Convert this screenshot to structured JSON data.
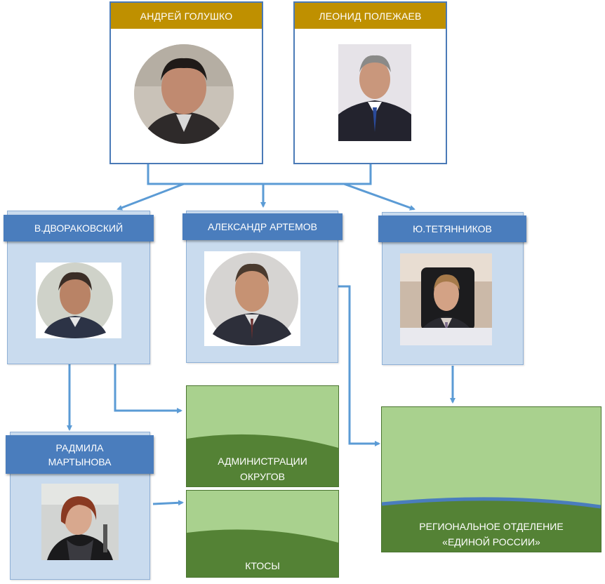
{
  "people": {
    "golushko": "АНДРЕЙ ГОЛУШКО",
    "polezhaev": "ЛЕОНИД ПОЛЕЖАЕВ",
    "dvorakovsky": "В.ДВОРАКОВСКИЙ",
    "artemov": "АЛЕКСАНДР АРТЕМОВ",
    "tetyannikov": "Ю.ТЕТЯННИКОВ",
    "martynova_line1": "РАДМИЛА",
    "martynova_line2": "МАРТЫНОВА"
  },
  "orgs": {
    "districts_line1": "АДМИНИСТРАЦИИ",
    "districts_line2": "ОКРУГОВ",
    "ktos": "КТОСЫ",
    "united_russia_line1": "РЕГИОНАЛЬНОЕ ОТДЕЛЕНИЕ",
    "united_russia_line2": "«ЕДИНОЙ РОССИИ»"
  },
  "colors": {
    "gold_header": "#bf9000",
    "blue_header": "#4a7dbd",
    "blue_card": "#c9dbee",
    "green_dark": "#548235",
    "green_light": "#a9d18e",
    "connector": "#5b9bd5"
  }
}
